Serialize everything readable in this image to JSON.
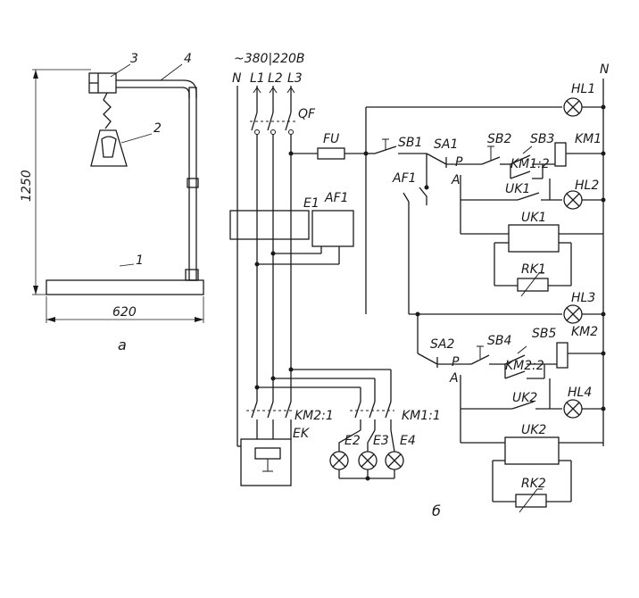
{
  "figure_a": {
    "dim_height": "1250",
    "dim_width": "620",
    "callout_1": "1",
    "callout_2": "2",
    "callout_3": "3",
    "callout_4": "4",
    "caption": "а"
  },
  "figure_b": {
    "caption": "б",
    "supply": "~380|220В",
    "bus_N_left": "N",
    "bus_L1": "L1",
    "bus_L2": "L2",
    "bus_L3": "L3",
    "bus_N_right": "N",
    "QF": "QF",
    "FU": "FU",
    "E1": "E1",
    "AF1": "AF1",
    "AF1_contact": "AF1",
    "SB1": "SB1",
    "SA1": "SA1",
    "SA1_P": "P",
    "SA1_A": "A",
    "SB2": "SB2",
    "SB3": "SB3",
    "KM1": "KM1",
    "KM1_2": "KM1:2",
    "UK1_contact": "UK1",
    "UK1_block": "UK1",
    "RK1": "RK1",
    "HL1": "HL1",
    "HL2": "HL2",
    "HL3": "HL3",
    "HL4": "HL4",
    "SA2": "SA2",
    "SA2_P": "P",
    "SA2_A": "A",
    "SB4": "SB4",
    "SB5": "SB5",
    "KM2": "KM2",
    "KM2_2": "KM2:2",
    "UK2_contact": "UK2",
    "UK2_block": "UK2",
    "RK2": "RK2",
    "KM2_1": "KM2:1",
    "KM1_1": "KM1:1",
    "EK": "EK",
    "E2": "E2",
    "E3": "E3",
    "E4": "E4"
  }
}
